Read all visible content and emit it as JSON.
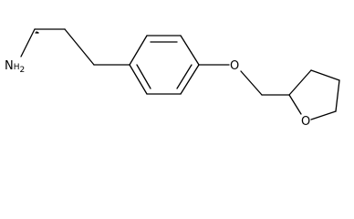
{
  "molecule": {
    "atoms": {
      "amine": {
        "element": "N",
        "hydrogens": "2"
      },
      "ether_oxygen": {
        "element": "O"
      },
      "ring_oxygen": {
        "element": "O"
      }
    },
    "bond_color": "#000000",
    "background": "#ffffff"
  }
}
